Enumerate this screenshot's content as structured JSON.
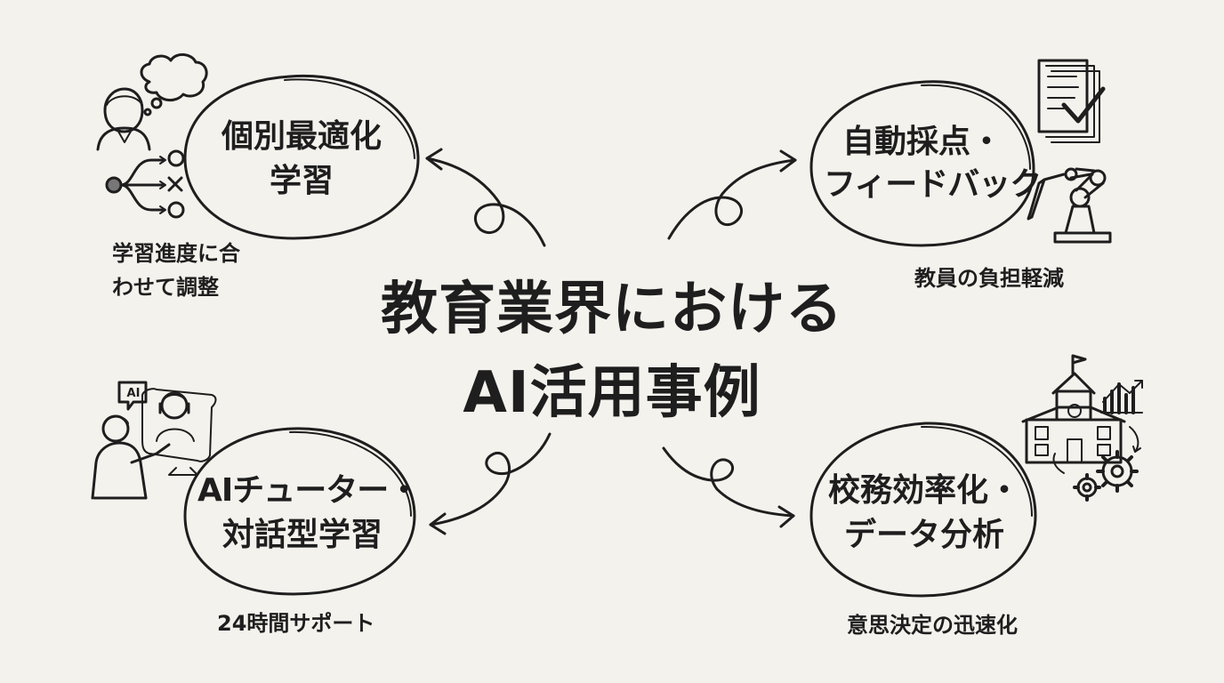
{
  "title": {
    "line1": "教育業界における",
    "line2": "AI活用事例"
  },
  "nodes": [
    {
      "title_line1": "個別最適化",
      "title_line2": "学習",
      "note_line1": "学習進度に合",
      "note_line2": "わせて調整"
    },
    {
      "title_line1": "自動採点・",
      "title_line2": "フィードバック",
      "note_line1": "教員の負担軽減"
    },
    {
      "title_line1": "AIチューター・",
      "title_line2": "対話型学習",
      "note_line1": "24時間サポート"
    },
    {
      "title_line1": "校務効率化・",
      "title_line2": "データ分析",
      "note_line1": "意思決定の迅速化"
    }
  ],
  "icons": {
    "ai_badge": "AI",
    "names": [
      "student-thinking-icon",
      "branching-path-icon",
      "document-check-icon",
      "robot-arm-pen-icon",
      "ai-tutor-screen-icon",
      "school-building-icon",
      "bar-chart-icon",
      "gears-icon"
    ]
  },
  "colors": {
    "background": "#f4f2ed",
    "ink": "#1e1e1e"
  }
}
